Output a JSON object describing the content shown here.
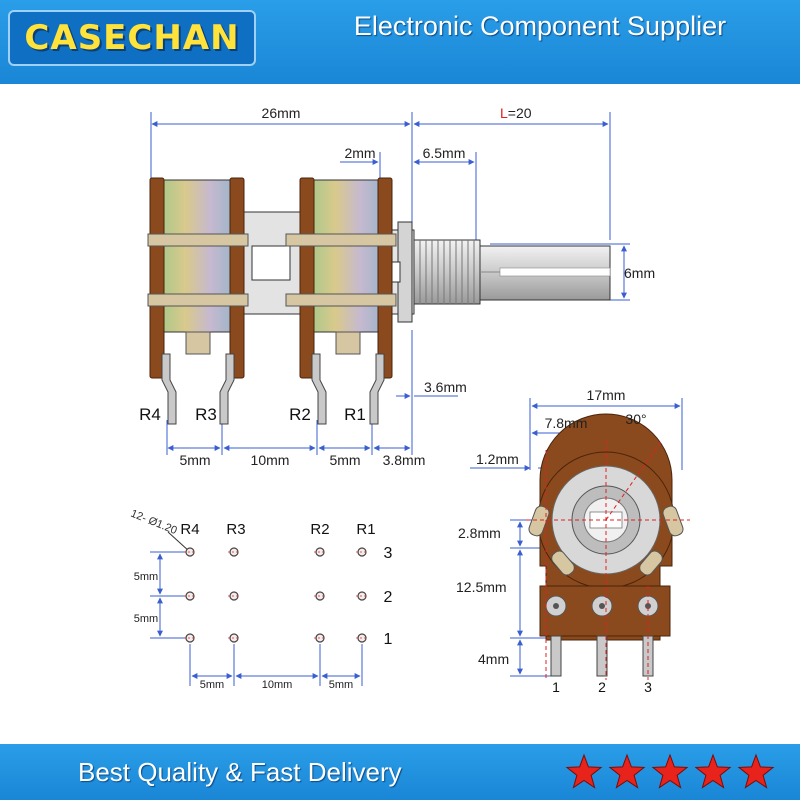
{
  "header": {
    "brand": "CASECHAN",
    "tagline": "Electronic Component Supplier"
  },
  "footer": {
    "slogan": "Best Quality & Fast Delivery",
    "star_count": 5
  },
  "colors": {
    "banner": "#1a86d6",
    "brand_text": "#ffe23a",
    "dimension_line": "#3a5fd0",
    "pin_brown": "#8b4a1e",
    "star_red": "#e8231b",
    "highlight_red": "#e02020"
  },
  "side_view": {
    "dim_total_width": "26mm",
    "dim_shaft_length_prefix": "L",
    "dim_shaft_length_value": "=20",
    "dim_2mm": "2mm",
    "dim_6_5mm": "6.5mm",
    "dim_6mm": "6mm",
    "dim_3_6mm": "3.6mm",
    "pin_labels": [
      "R4",
      "R3",
      "R2",
      "R1"
    ],
    "spacing": [
      "5mm",
      "10mm",
      "5mm",
      "3.8mm"
    ]
  },
  "front_view": {
    "dim_17mm": "17mm",
    "dim_7_8mm": "7.8mm",
    "angle": "30°",
    "dim_1_2mm": "1.2mm",
    "dim_2_8mm": "2.8mm",
    "dim_12_5mm": "12.5mm",
    "dim_4mm": "4mm",
    "terminals": [
      "1",
      "2",
      "3"
    ]
  },
  "pcb_layout": {
    "hole_spec": "12- Ø1.20",
    "columns": [
      "R4",
      "R3",
      "R2",
      "R1"
    ],
    "rows": [
      "3",
      "2",
      "1"
    ],
    "dim_row_pitch_upper": "5mm",
    "dim_row_pitch_lower": "5mm",
    "spacing": [
      "5mm",
      "10mm",
      "5mm"
    ]
  }
}
